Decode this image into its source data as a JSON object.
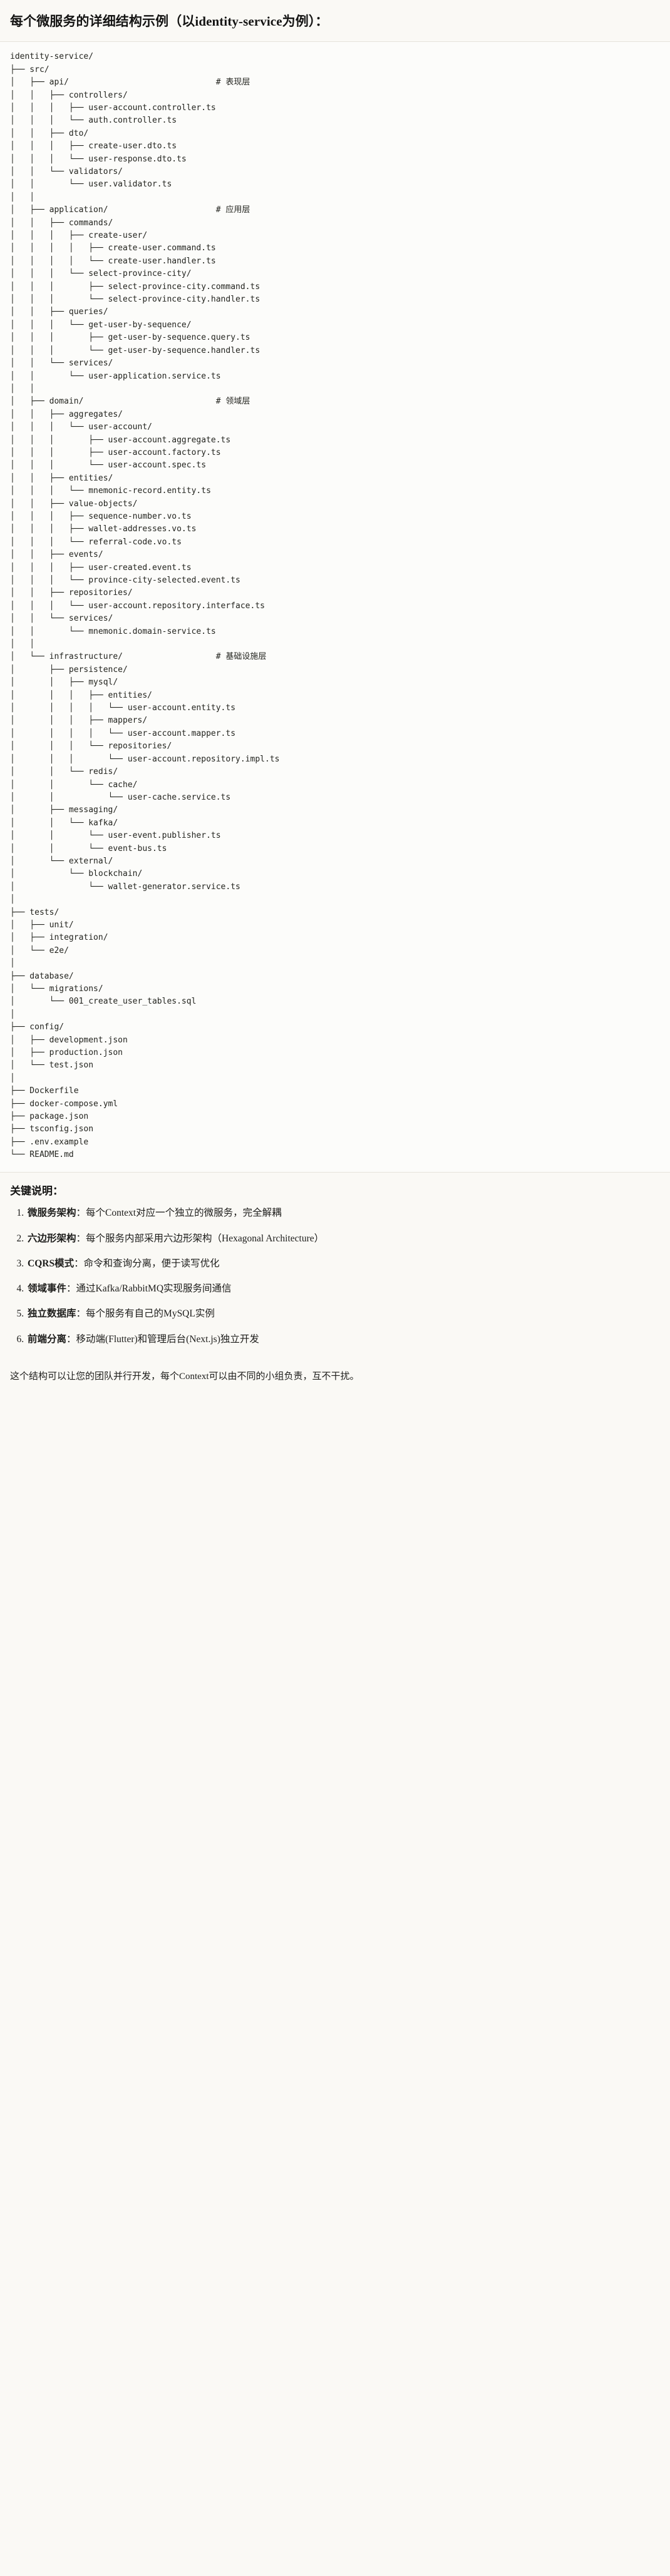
{
  "header": {
    "title": "每个微服务的详细结构示例（以identity-service为例）："
  },
  "tree": {
    "root": "identity-service/",
    "text": "identity-service/\n├── src/\n│   ├── api/                              # 表现层\n│   │   ├── controllers/\n│   │   │   ├── user-account.controller.ts\n│   │   │   └── auth.controller.ts\n│   │   ├── dto/\n│   │   │   ├── create-user.dto.ts\n│   │   │   └── user-response.dto.ts\n│   │   └── validators/\n│   │       └── user.validator.ts\n│   │\n│   ├── application/                      # 应用层\n│   │   ├── commands/\n│   │   │   ├── create-user/\n│   │   │   │   ├── create-user.command.ts\n│   │   │   │   └── create-user.handler.ts\n│   │   │   └── select-province-city/\n│   │   │       ├── select-province-city.command.ts\n│   │   │       └── select-province-city.handler.ts\n│   │   ├── queries/\n│   │   │   └── get-user-by-sequence/\n│   │   │       ├── get-user-by-sequence.query.ts\n│   │   │       └── get-user-by-sequence.handler.ts\n│   │   └── services/\n│   │       └── user-application.service.ts\n│   │\n│   ├── domain/                           # 领域层\n│   │   ├── aggregates/\n│   │   │   └── user-account/\n│   │   │       ├── user-account.aggregate.ts\n│   │   │       ├── user-account.factory.ts\n│   │   │       └── user-account.spec.ts\n│   │   ├── entities/\n│   │   │   └── mnemonic-record.entity.ts\n│   │   ├── value-objects/\n│   │   │   ├── sequence-number.vo.ts\n│   │   │   ├── wallet-addresses.vo.ts\n│   │   │   └── referral-code.vo.ts\n│   │   ├── events/\n│   │   │   ├── user-created.event.ts\n│   │   │   └── province-city-selected.event.ts\n│   │   ├── repositories/\n│   │   │   └── user-account.repository.interface.ts\n│   │   └── services/\n│   │       └── mnemonic.domain-service.ts\n│   │\n│   └── infrastructure/                   # 基础设施层\n│       ├── persistence/\n│       │   ├── mysql/\n│       │   │   ├── entities/\n│       │   │   │   └── user-account.entity.ts\n│       │   │   ├── mappers/\n│       │   │   │   └── user-account.mapper.ts\n│       │   │   └── repositories/\n│       │   │       └── user-account.repository.impl.ts\n│       │   └── redis/\n│       │       └── cache/\n│       │           └── user-cache.service.ts\n│       ├── messaging/\n│       │   └── kafka/\n│       │       └── user-event.publisher.ts\n│       │       └── event-bus.ts\n│       └── external/\n│           └── blockchain/\n│               └── wallet-generator.service.ts\n│\n├── tests/\n│   ├── unit/\n│   ├── integration/\n│   └── e2e/\n│\n├── database/\n│   └── migrations/\n│       └── 001_create_user_tables.sql\n│\n├── config/\n│   ├── development.json\n│   ├── production.json\n│   └── test.json\n│\n├── Dockerfile\n├── docker-compose.yml\n├── package.json\n├── tsconfig.json\n├── .env.example\n└── README.md",
    "layer_comments": [
      {
        "path": "api/",
        "comment": "# 表现层"
      },
      {
        "path": "application/",
        "comment": "# 应用层"
      },
      {
        "path": "domain/",
        "comment": "# 领域层"
      },
      {
        "path": "infrastructure/",
        "comment": "# 基础设施层"
      }
    ]
  },
  "notes": {
    "title": "关键说明：",
    "items": [
      {
        "num": "1.",
        "key": "微服务架构",
        "sep": "：",
        "text": "每个Context对应一个独立的微服务，完全解耦"
      },
      {
        "num": "2.",
        "key": "六边形架构",
        "sep": "：",
        "text": "每个服务内部采用六边形架构（Hexagonal Architecture）"
      },
      {
        "num": "3.",
        "key": "CQRS模式",
        "sep": "：",
        "text": "命令和查询分离，便于读写优化"
      },
      {
        "num": "4.",
        "key": "领域事件",
        "sep": "：",
        "text": "通过Kafka/RabbitMQ实现服务间通信"
      },
      {
        "num": "5.",
        "key": "独立数据库",
        "sep": "：",
        "text": "每个服务有自己的MySQL实例"
      },
      {
        "num": "6.",
        "key": "前端分离",
        "sep": "：",
        "text": "移动端(Flutter)和管理后台(Next.js)独立开发"
      }
    ],
    "closing": "这个结构可以让您的团队并行开发，每个Context可以由不同的小组负责，互不干扰。"
  },
  "colors": {
    "page_bg": "#faf9f5",
    "code_bg": "#fcfcfa",
    "text": "#141413",
    "divider": "#e6e3dc"
  }
}
